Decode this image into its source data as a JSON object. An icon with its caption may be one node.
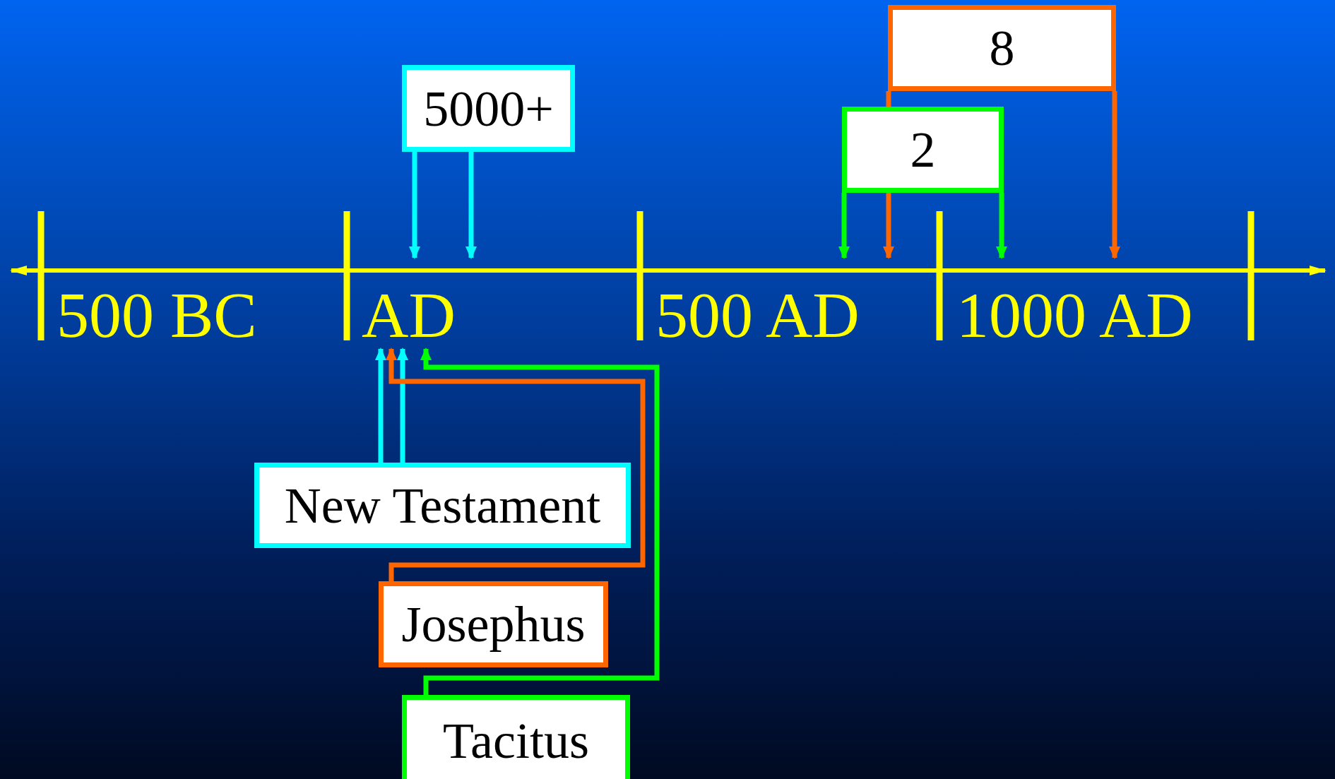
{
  "diagram": {
    "nodes": [
      {
        "text": [
          "8"
        ]
      },
      {
        "text": [
          "5000+"
        ]
      },
      {
        "text": [
          "2"
        ]
      },
      {
        "text": [
          "New Testament"
        ]
      },
      {
        "text": [
          "Josephus"
        ]
      },
      {
        "text": [
          "Tacitus"
        ]
      },
      {
        "text": [
          "AD"
        ]
      }
    ],
    "edges": [
      {
        "from": 0,
        "to": null,
        "arrow": "to",
        "color": "#ff6600"
      },
      {
        "from": 0,
        "to": null,
        "arrow": "to",
        "color": "#ff6600"
      },
      {
        "from": 1,
        "to": 6,
        "arrow": "to"
      },
      {
        "from": 1,
        "to": 6,
        "arrow": "to"
      },
      {
        "from": 2,
        "to": null,
        "arrow": "to",
        "color": "#00ff00"
      },
      {
        "from": 2,
        "to": null,
        "arrow": "to",
        "color": "#00ff00"
      },
      {
        "from": 3,
        "to": 6,
        "arrow": "to"
      },
      {
        "from": 3,
        "to": 6,
        "arrow": "to"
      },
      {
        "from": 4,
        "to": 6,
        "arrow": "to",
        "color": "#ff6600"
      },
      {
        "from": 5,
        "to": 6,
        "arrow": "to",
        "color": "#00ff00"
      }
    ],
    "labels": [
      "500 BC",
      "500 AD",
      "1000 AD"
    ]
  }
}
